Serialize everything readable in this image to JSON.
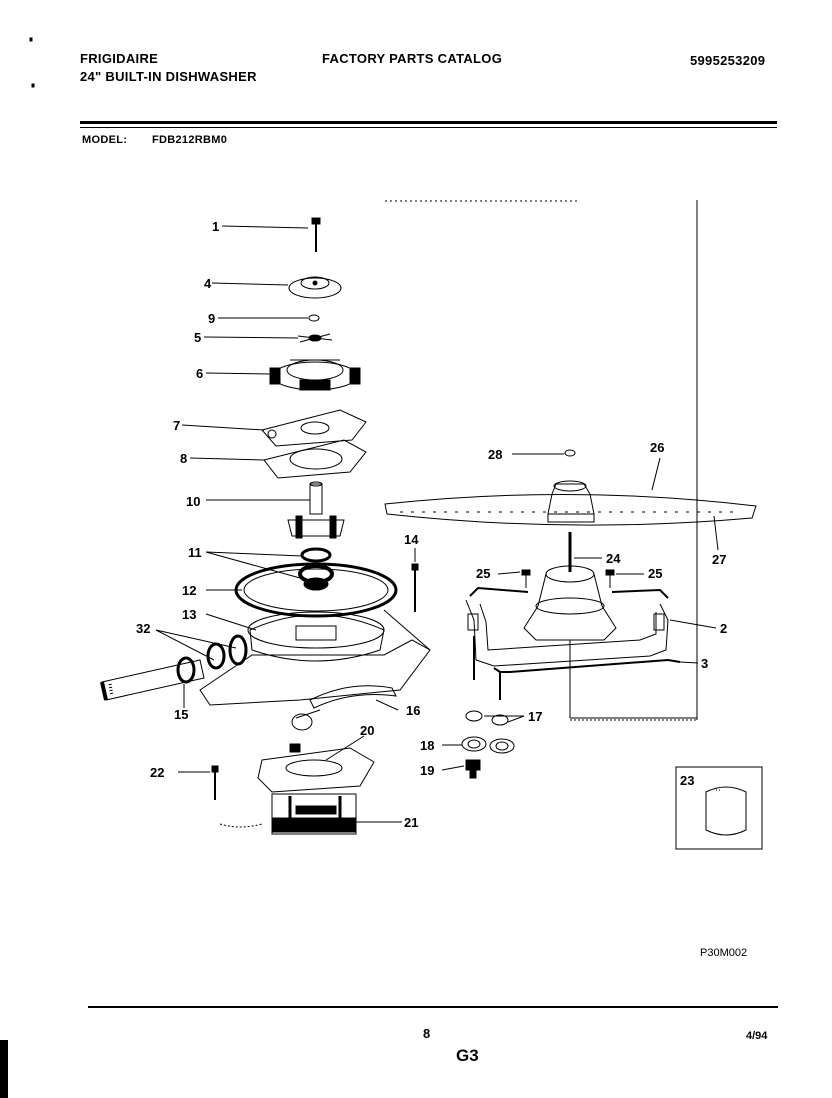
{
  "header": {
    "brand": "FRIGIDAIRE",
    "product": "24\" BUILT-IN DISHWASHER",
    "catalog_title": "FACTORY PARTS CATALOG",
    "catalog_number": "5995253209",
    "model_label": "MODEL:",
    "model_value": "FDB212RBM0"
  },
  "diagram": {
    "callouts": [
      "1",
      "4",
      "9",
      "5",
      "6",
      "7",
      "8",
      "10",
      "11",
      "12",
      "13",
      "32",
      "15",
      "14",
      "16",
      "20",
      "22",
      "21",
      "26",
      "28",
      "27",
      "24",
      "25",
      "25",
      "2",
      "3",
      "17",
      "18",
      "19",
      "23"
    ],
    "drawing_code": "P30M002"
  },
  "footer": {
    "page_number": "8",
    "section": "G3",
    "date": "4/94"
  }
}
